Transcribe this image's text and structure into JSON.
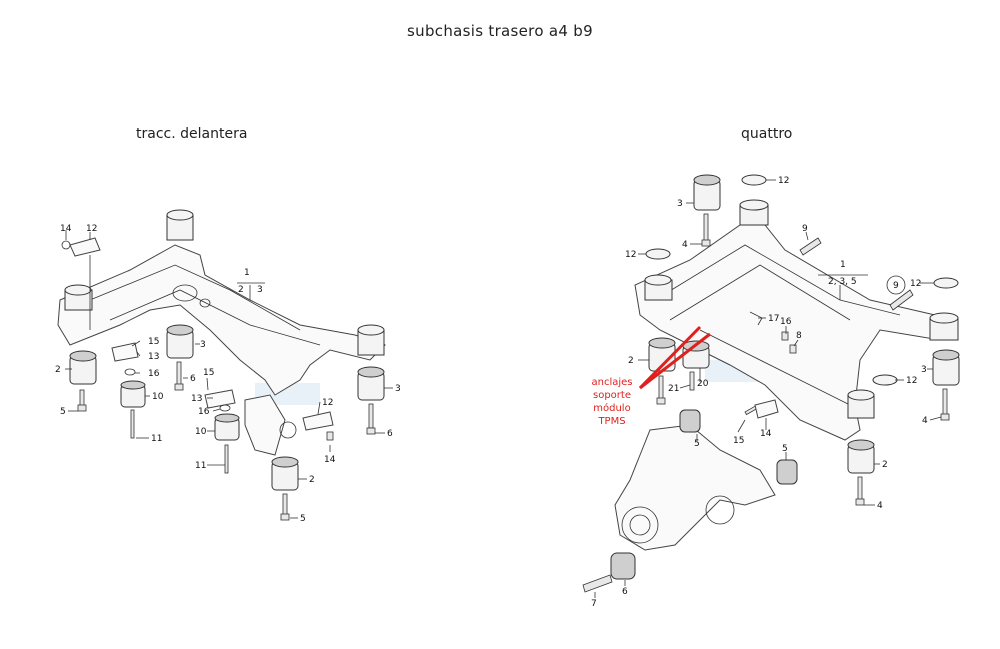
{
  "title": "subchasis trasero a4 b9",
  "diagrams": {
    "left": {
      "subtitle": "tracc. delantera",
      "callout_main": "1",
      "callout_sub_a": "2",
      "callout_sub_b": "3",
      "labels": {
        "l14": "14",
        "l12": "12",
        "l2": "2",
        "l5": "5",
        "l15": "15",
        "l13": "13",
        "l16": "16",
        "l10": "10",
        "l11": "11",
        "l3": "3",
        "l6": "6",
        "l15b": "15",
        "l13b": "13",
        "l16b": "16",
        "l10b": "10",
        "l11b": "11",
        "l12b": "12",
        "l14b": "14",
        "l2b": "2",
        "l5b": "5",
        "l3b": "3",
        "l6b": "6"
      }
    },
    "right": {
      "subtitle": "quattro",
      "callout_main": "1",
      "callout_sub": "2, 3, 5",
      "labels": {
        "r3": "3",
        "r12": "12",
        "r4": "4",
        "r9": "9",
        "r12b": "12",
        "r17": "17",
        "r16": "16",
        "r8": "8",
        "r9b": "9",
        "r12c": "12",
        "r2": "2",
        "r3b": "3",
        "r12d": "12",
        "r4b": "4",
        "r21": "21",
        "r20": "20",
        "r5": "5",
        "r15": "15",
        "r14": "14",
        "r5b": "5",
        "r2b": "2",
        "r4c": "4",
        "r7": "7",
        "r6": "6"
      },
      "annotation": [
        "anclajes",
        "soporte",
        "módulo",
        "TPMS"
      ],
      "annotation_color": "#e0201c"
    }
  }
}
